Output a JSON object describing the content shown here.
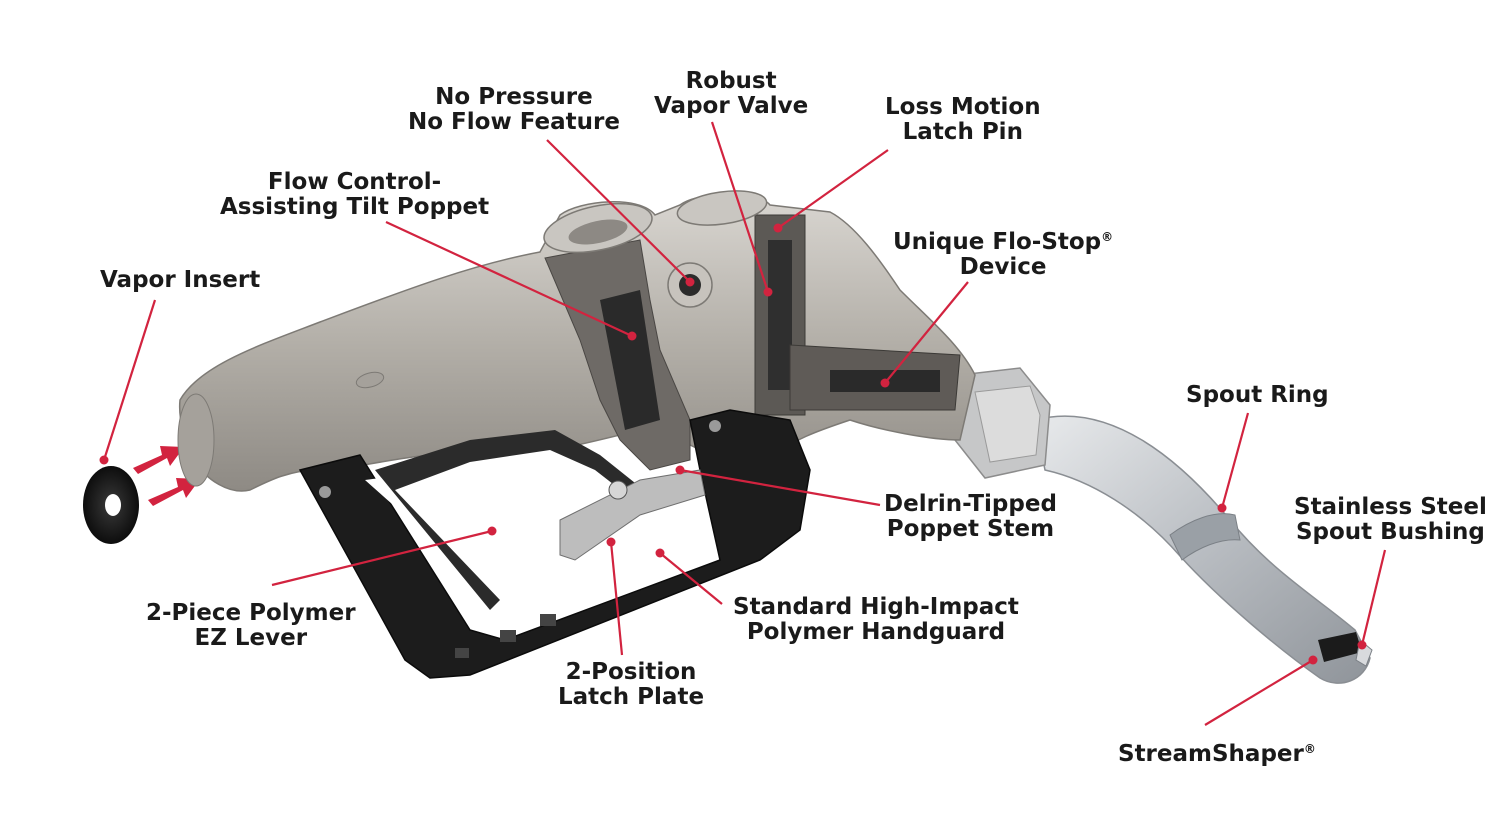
{
  "labels": {
    "vapor_insert": "Vapor Insert",
    "flow_control": [
      "Flow Control-",
      "Assisting Tilt Poppet"
    ],
    "no_pressure": [
      "No Pressure",
      "No Flow Feature"
    ],
    "robust_vapor": [
      "Robust",
      "Vapor Valve"
    ],
    "loss_motion": [
      "Loss Motion",
      "Latch Pin"
    ],
    "flo_stop": [
      "Unique Flo-Stop",
      "Device"
    ],
    "spout_ring": "Spout Ring",
    "stainless": [
      "Stainless Steel",
      "Spout Bushing"
    ],
    "delrin": [
      "Delrin-Tipped",
      "Poppet Stem"
    ],
    "handguard": [
      "Standard High-Impact",
      "Polymer Handguard"
    ],
    "ez_lever": [
      "2-Piece Polymer",
      "EZ Lever"
    ],
    "latch_plate": [
      "2-Position",
      "Latch Plate"
    ],
    "streamshaper": "StreamShaper"
  },
  "registered_mark": "®",
  "colors": {
    "leader": "#d2233f",
    "label_text": "#1a1a1a",
    "body_metal": "#b8b4ad",
    "spout_metal": "#c9ccd0",
    "handguard": "#1c1c1c"
  }
}
